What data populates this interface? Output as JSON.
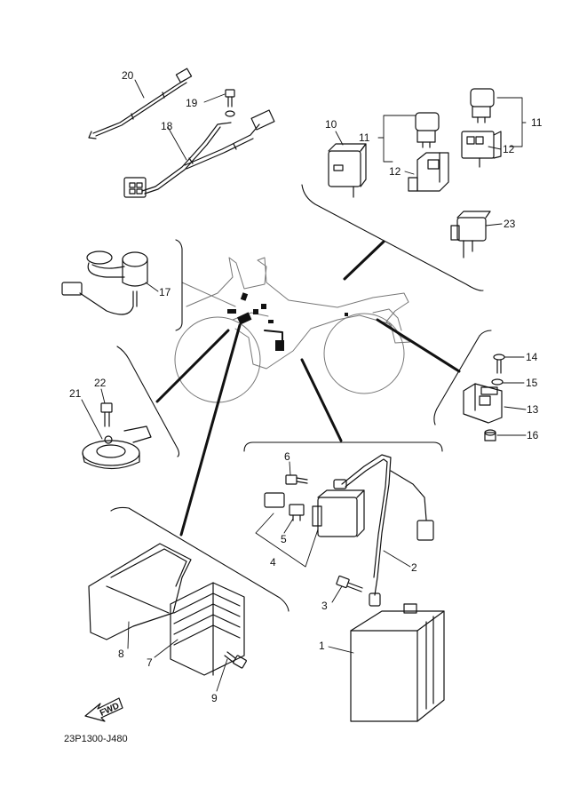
{
  "callouts": [
    "1",
    "2",
    "3",
    "4",
    "5",
    "6",
    "7",
    "8",
    "9",
    "10",
    "11",
    "11",
    "12",
    "12",
    "13",
    "14",
    "15",
    "16",
    "17",
    "18",
    "19",
    "20",
    "21",
    "22",
    "23"
  ],
  "direction_label": "FWD",
  "diagram_code": "23P1300-J480",
  "colors": {
    "ink": "#111111",
    "paper": "#ffffff",
    "light_line": "#777777"
  }
}
